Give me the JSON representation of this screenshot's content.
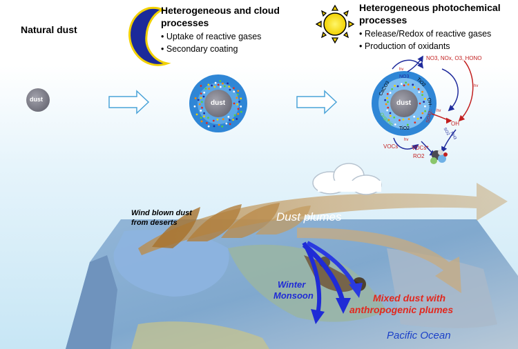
{
  "header": {
    "natural_dust": "Natural dust",
    "cloud_title_line1": "Heterogeneous and cloud",
    "cloud_title_line2": "processes",
    "cloud_bullets": [
      "Uptake of reactive gases",
      "Secondary coating"
    ],
    "photo_title_line1": "Heterogeneous photochemical",
    "photo_title_line2": "processes",
    "photo_bullets": [
      "Release/Redox of reactive gases",
      "Production of oxidants"
    ]
  },
  "particles": {
    "dust_label": "dust",
    "coated_dust_label": "dust",
    "chem_dust_label": "dust"
  },
  "chemistry": {
    "hv_top": "hv",
    "top_products": "NO3, NOx, O3, HONO",
    "no3_label": "NO3",
    "tio2_label": "TiO2",
    "caco3_label": "CaCO3",
    "oh_minus": "OH-",
    "so4": "SO42-",
    "organic": "Organic",
    "tio2_bottom": "TiO2",
    "oh_label": "OH",
    "hv_right": "hv",
    "hv_mid": "hv",
    "so2_label": "SO2",
    "nh3_label": "NH3",
    "hv_bottom": "hv",
    "vocs_left": "VOCs",
    "vocs_right": "VOCs*",
    "ro2_label": "RO2"
  },
  "map": {
    "wind_label_line1": "Wind blown dust",
    "wind_label_line2": "from deserts",
    "dust_plumes": "Dust plumes",
    "winter_line1": "Winter",
    "winter_line2": "Monsoon",
    "mixed_line1": "Mixed dust with",
    "mixed_line2": "anthropogenic plumes",
    "pacific": "Pacific Ocean"
  },
  "colors": {
    "sky_top": "#ffffff",
    "sky_bottom": "#c7e6f5",
    "shell_blue": "#3a8fd9",
    "dust_gray": "#8a8a96",
    "plume_tan": "#c8a46a",
    "monsoon_blue": "#1f2bd6",
    "mixed_red": "#e2281e",
    "ocean_text": "#1a3fc8"
  }
}
